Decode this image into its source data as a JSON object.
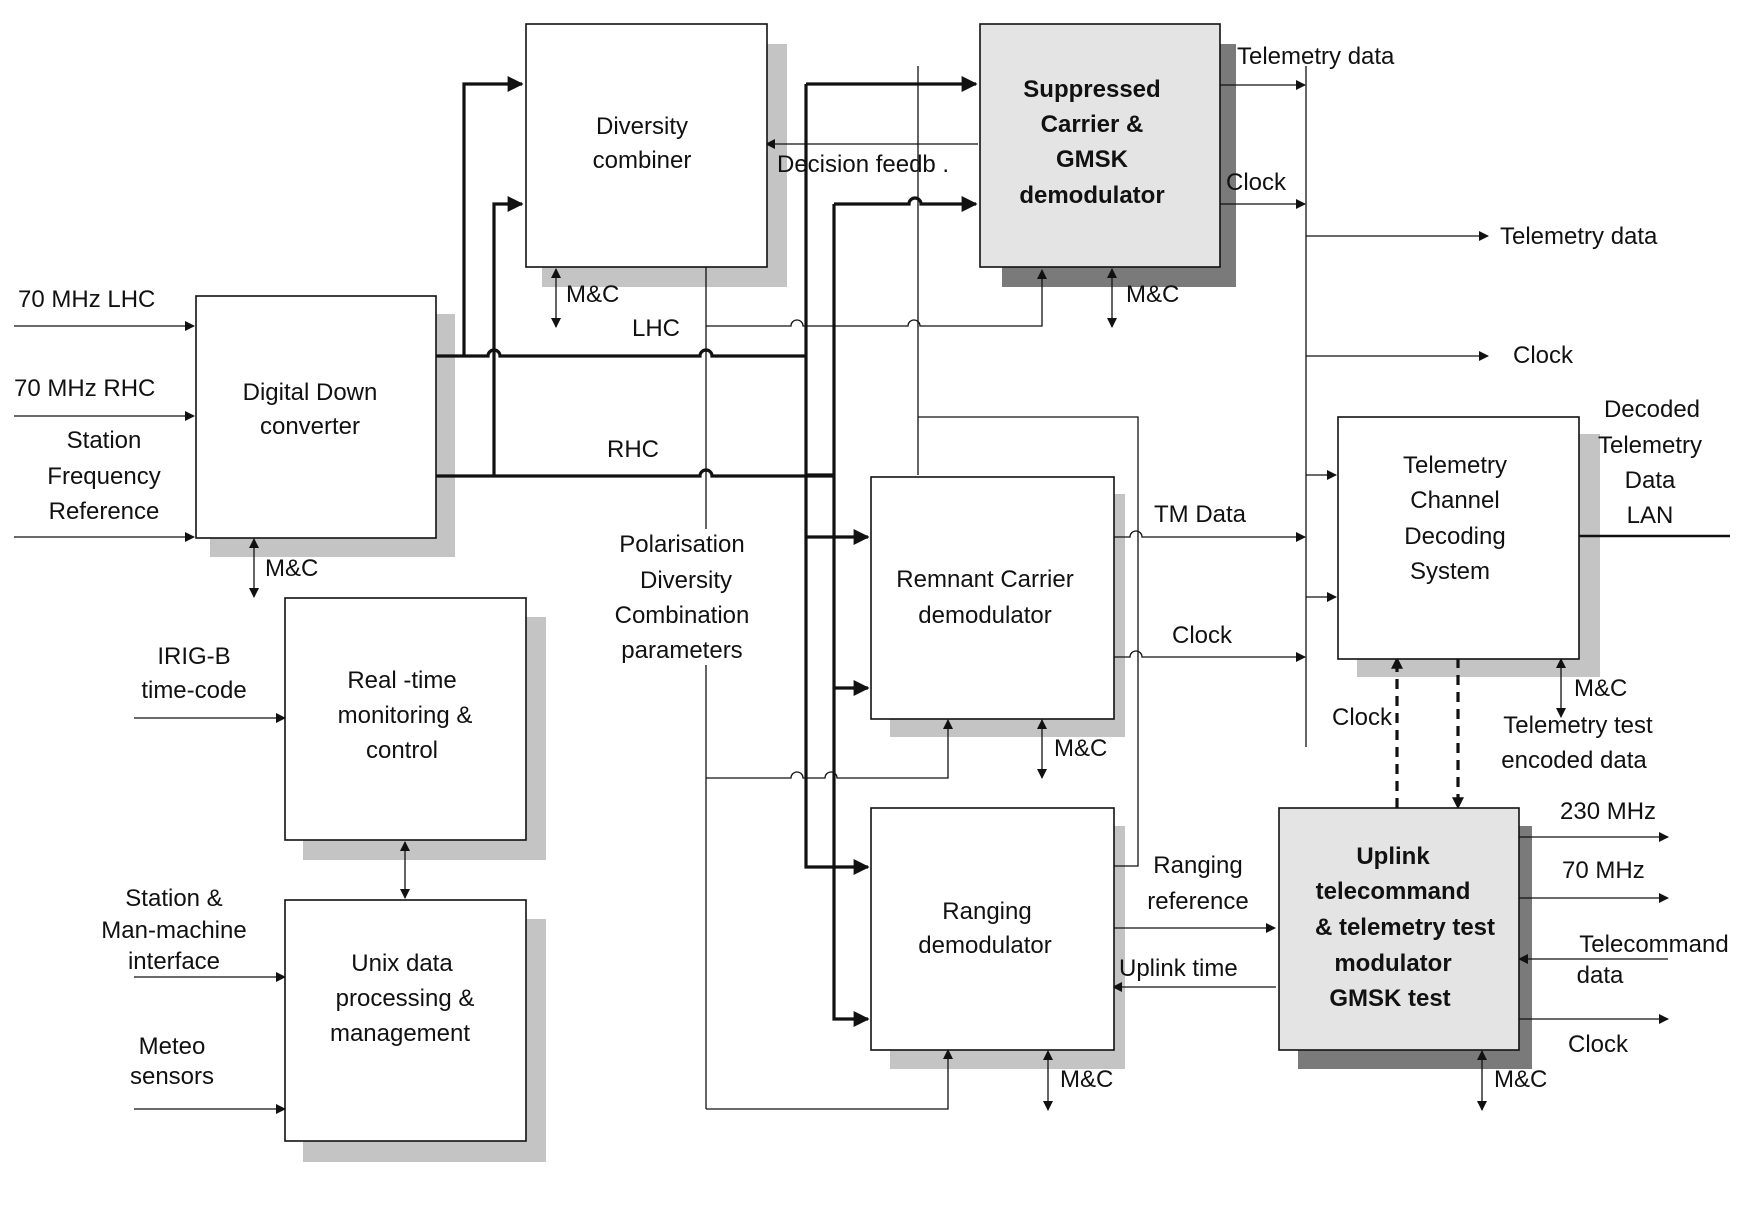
{
  "blocks": {
    "ddc": [
      "Digital Down",
      "converter"
    ],
    "diversity": [
      "Diversity",
      "combiner"
    ],
    "suppressed": [
      "Suppressed",
      "Carrier  &",
      "GMSK",
      "demodulator"
    ],
    "remnant": [
      "Remnant Carrier",
      "demodulator"
    ],
    "ranging": [
      "Ranging",
      "demodulator"
    ],
    "tcd": [
      "Telemetry",
      "Channel",
      "Decoding",
      "System"
    ],
    "uplink": [
      "Uplink",
      "telecommand",
      "& telemetry test",
      "modulator",
      "GMSK test"
    ],
    "rtmc": [
      "Real -time",
      "monitoring  &",
      "control"
    ],
    "unix": [
      "Unix data",
      "processing  &",
      "management"
    ]
  },
  "labels": {
    "lhc_in": "70 MHz LHC",
    "rhc_in": "70 MHz RHC",
    "station_freq": [
      "Station",
      "Frequency",
      "Reference"
    ],
    "irig": [
      "IRIG-B",
      "time-code"
    ],
    "smm": [
      "Station &",
      "Man-machine",
      "interface"
    ],
    "meteo": [
      "Meteo",
      "sensors"
    ],
    "mc": "M&C",
    "lhc": "LHC",
    "rhc": "RHC",
    "polar": [
      "Polarisation",
      "Diversity",
      "Combination",
      "parameters"
    ],
    "decision": "Decision feedb  .",
    "tm_data_top": "Telemetry data",
    "clock": "Clock",
    "tm_data_out": "Telemetry data",
    "decoded": [
      "Decoded",
      "Telemetry",
      "Data",
      "LAN"
    ],
    "tm_data": "TM Data",
    "tm_test": [
      "Telemetry test",
      "encoded data"
    ],
    "ranging_ref": [
      "Ranging",
      "reference"
    ],
    "uplink_time": "Uplink time",
    "mhz230": "230  MHz",
    "mhz70": "70  MHz",
    "telecommand": [
      "Telecommand",
      "data"
    ]
  }
}
